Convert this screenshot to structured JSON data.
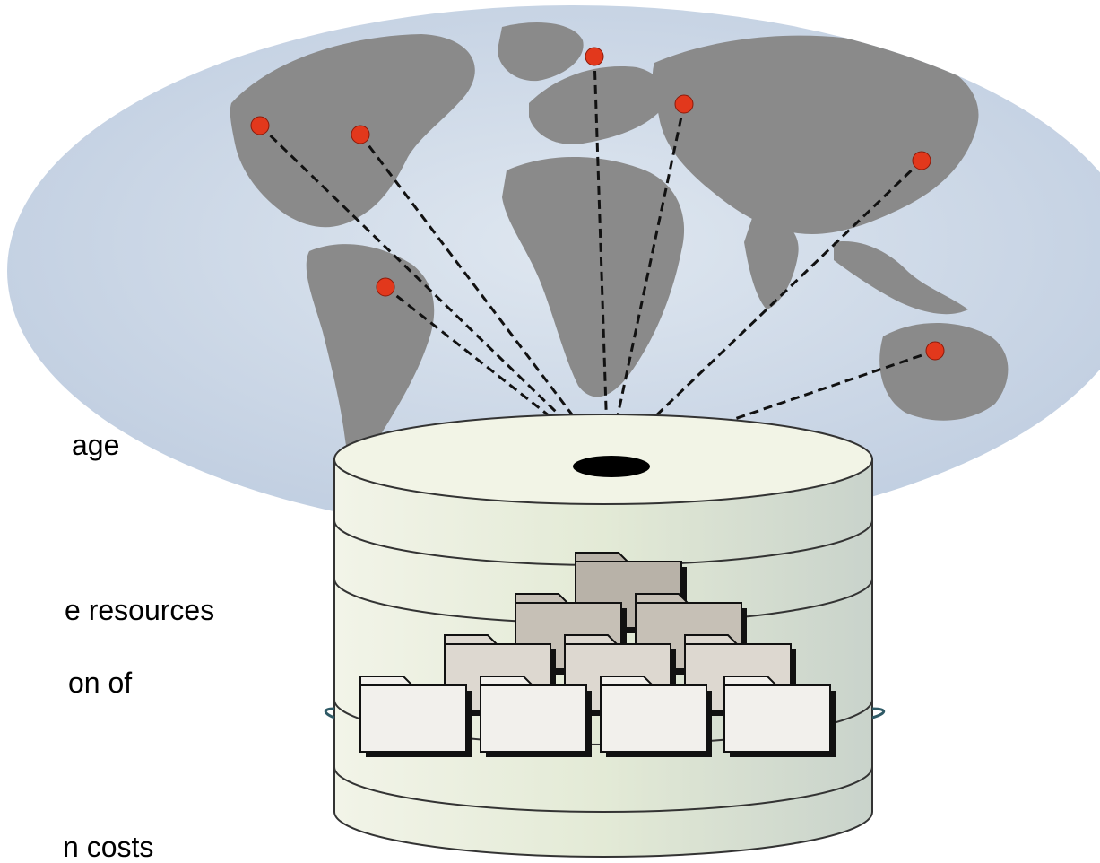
{
  "text_fragments": [
    "age",
    "e resources",
    "on of",
    "n costs"
  ],
  "colors": {
    "ocean": "#c9d6e6",
    "land": "#8a8a8a",
    "location_marker": "#e2381c",
    "link_line": "#111111",
    "cylinder_face": "#e4ead8",
    "folder_back": "#b8b2a8",
    "folder_mid": "#d2ccc4",
    "folder_front": "#f2f0ec"
  },
  "icons": {
    "globe": "world-map-icon",
    "storage": "storage-cylinder-icon",
    "folder": "folder-icon",
    "marker": "location-marker-icon"
  },
  "diagram": {
    "locations": [
      {
        "id": "north-america-west",
        "marker": "location-marker-icon"
      },
      {
        "id": "north-america-east",
        "marker": "location-marker-icon"
      },
      {
        "id": "south-america",
        "marker": "location-marker-icon"
      },
      {
        "id": "northern-europe",
        "marker": "location-marker-icon"
      },
      {
        "id": "eastern-europe",
        "marker": "location-marker-icon"
      },
      {
        "id": "east-asia",
        "marker": "location-marker-icon"
      },
      {
        "id": "australia",
        "marker": "location-marker-icon"
      }
    ],
    "folder_count": 10
  }
}
